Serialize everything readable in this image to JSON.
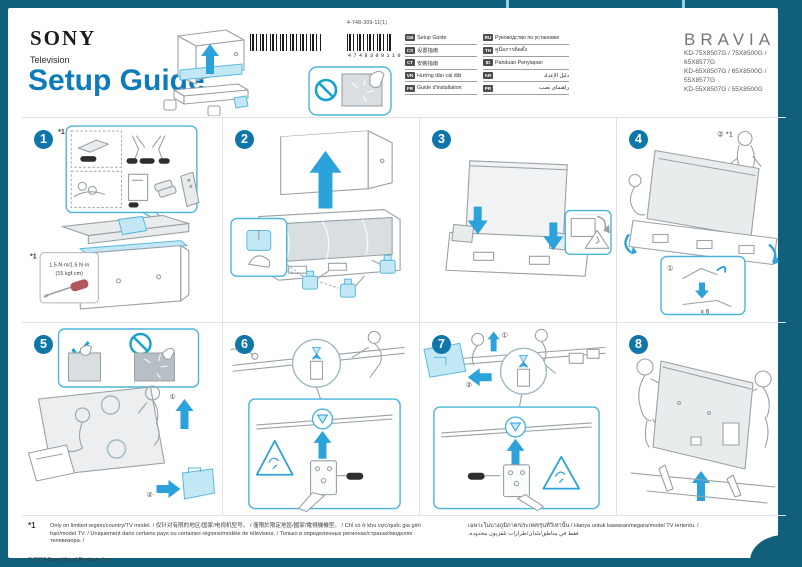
{
  "colors": {
    "frame": "#11607B",
    "accent_blue": "#0E7CB8",
    "step_badge": "#0E76A9",
    "arrow_blue": "#2BA2D9",
    "callout_border": "#4AB6DC",
    "badge_gray": "#4D4D4D"
  },
  "header": {
    "brand": "SONY",
    "product_type": "Television",
    "title": "Setup Guide",
    "part_number": "4-748-309-11(1)",
    "barcode_digits": "4748309110",
    "bravia_logo": "BRAVIA",
    "models": "KD-75X8507G / 75X8500G / 65X8577G\nKD-65X8507G / 65X8500G / 55X8577G\nKD-55X8507G / 55X8500G"
  },
  "languages": {
    "col1": [
      {
        "code": "GB",
        "label": "Setup Guide"
      },
      {
        "code": "CS",
        "label": "设置指南"
      },
      {
        "code": "CT",
        "label": "安裝指南"
      },
      {
        "code": "VN",
        "label": "Hướng dẫn cài đặt"
      },
      {
        "code": "FR",
        "label": "Guide d'installation"
      }
    ],
    "col2": [
      {
        "code": "RU",
        "label": "Руководство по установке"
      },
      {
        "code": "TH",
        "label": "คู่มือการติดตั้ง"
      },
      {
        "code": "ID",
        "label": "Panduan Penyiapan"
      },
      {
        "code": "AR",
        "label": "دليل الإعداد"
      },
      {
        "code": "PR",
        "label": "راهنمای نصب"
      }
    ]
  },
  "steps": {
    "s1": {
      "number": "1",
      "marker": "*1",
      "torque1": "1.5 N·m/1.5 N·m",
      "torque2": "(15 kgf·cm)"
    },
    "s2": {
      "number": "2"
    },
    "s3": {
      "number": "3"
    },
    "s4": {
      "number": "4",
      "annotation": "② *1",
      "sub1": "①",
      "count": "x 6"
    },
    "s5": {
      "number": "5",
      "sub1": "①",
      "sub2": "②"
    },
    "s6": {
      "number": "6"
    },
    "s7": {
      "number": "7",
      "sub1": "①",
      "sub2": "②"
    },
    "s8": {
      "number": "8"
    }
  },
  "footnote": {
    "marker": "*1",
    "text_left": "Only on limited region/country/TV model. / 仅针对有限的地区/国家/电视机型号。 / 僅限於限定地區/國家/電視機機型。 / Chỉ có ở khu vực/quốc gia giới hạn/model TV. / Uniquement dans certains pays ou certaines régions/modèle de téléviseur. / Только в определенных регионах/странах/моделях телевизора. /",
    "text_right_line1": "เฉพาะในบางภูมิภาค/ประเทศ/รุ่นทีวีเท่านั้น / Hanya untuk kawasan/negara/model TV tertentu. /",
    "text_right_line2": "فقط في مناطق/بلدان/طرازات تلفزيون محدودة.",
    "copyright": "© 2019 Sony Visual Products Inc."
  }
}
